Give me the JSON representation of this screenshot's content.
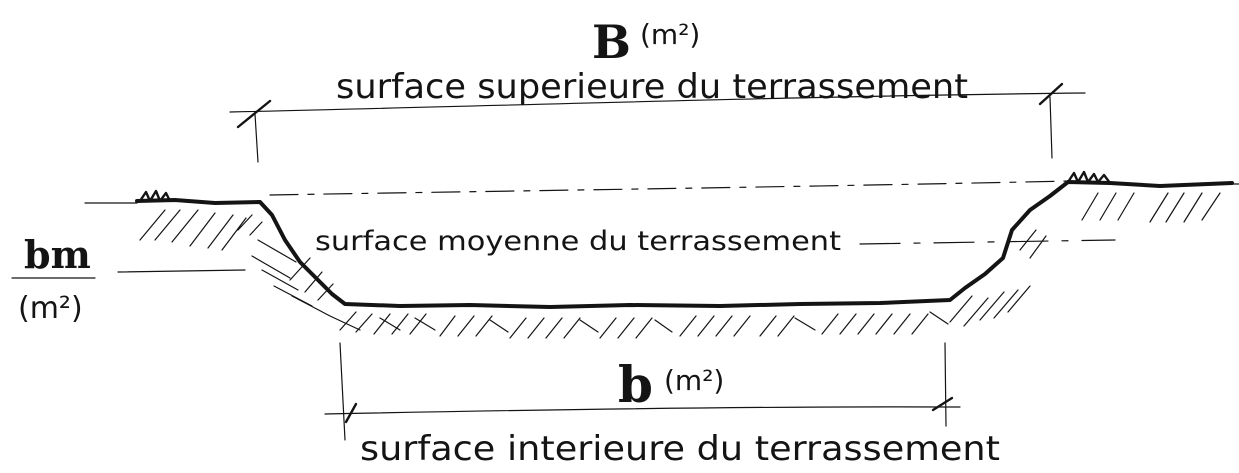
{
  "top": {
    "symbol": "B",
    "unit": "(m²)",
    "label": "surface superieure du terrassement"
  },
  "middle": {
    "symbol": "bm",
    "unit": "(m²)",
    "label": "surface moyenne du terrassement"
  },
  "bottom": {
    "symbol": "b",
    "unit": "(m²)",
    "label": "surface interieure du terrassement"
  },
  "colors": {
    "ink": "#141414",
    "paper": "#ffffff"
  }
}
